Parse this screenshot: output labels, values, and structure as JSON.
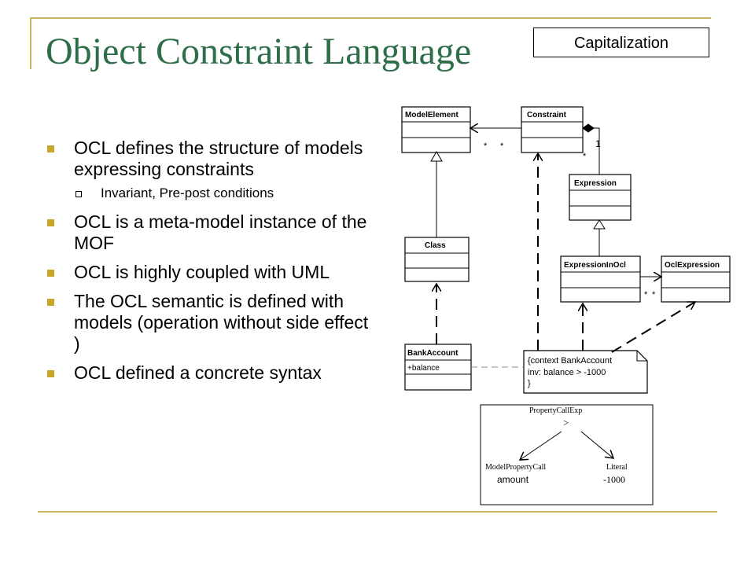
{
  "title": "Object Constraint Language",
  "tag": "Capitalization",
  "bullets": [
    {
      "text": "OCL defines the structure of models expressing constraints"
    },
    {
      "sub": "Invariant, Pre-post conditions"
    },
    {
      "text": "OCL is a meta-model instance of the MOF"
    },
    {
      "text": "OCL is highly coupled with UML"
    },
    {
      "text": "The OCL semantic is defined with models (operation without side effect )"
    },
    {
      "text": "OCL defined a concrete syntax"
    }
  ],
  "uml": {
    "model_element": "ModelElement",
    "constraint": "Constraint",
    "expression": "Expression",
    "class_box": "Class",
    "expression_in_ocl": "ExpressionInOcl",
    "ocl_expression": "OclExpression",
    "bank_account": "BankAccount",
    "bank_account_attr": "+balance",
    "star": "*",
    "one": "1",
    "note_lines": [
      "{context BankAccount",
      "inv: balance > -1000",
      "}"
    ]
  },
  "ast": {
    "root": "PropertyCallExp",
    "operator": ">",
    "left_type": "ModelPropertyCall",
    "left_value": "amount",
    "right_type": "Literal",
    "right_value": "-1000"
  }
}
